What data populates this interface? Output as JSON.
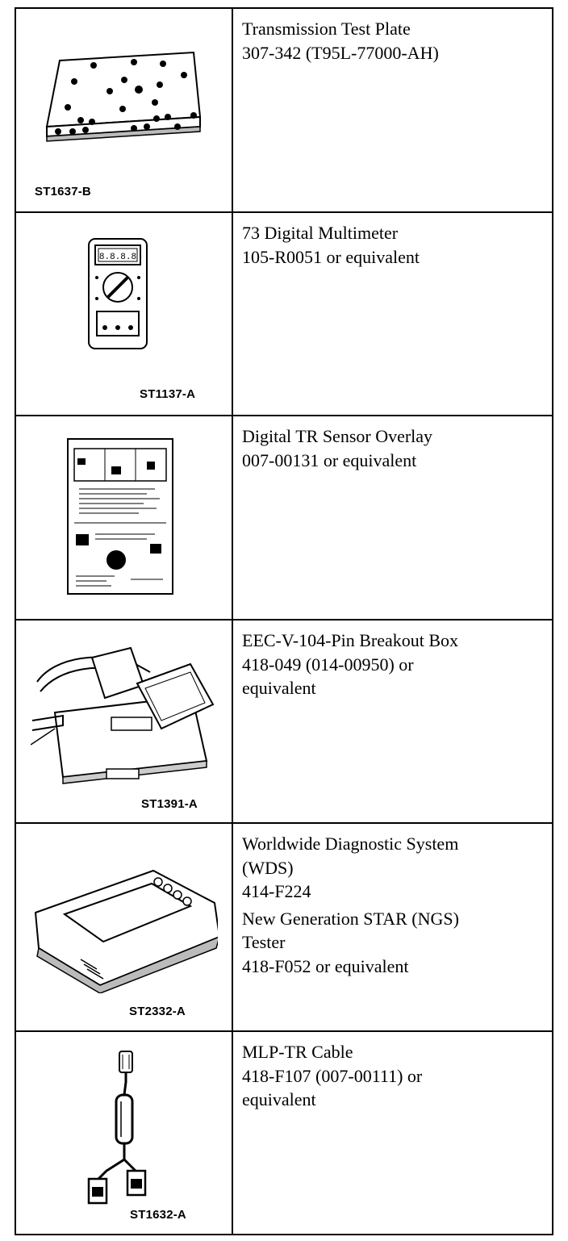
{
  "tools": [
    {
      "figure_id": "ST1637-B",
      "icon": "test-plate-icon",
      "lines": [
        "Transmission Test Plate",
        "307-342 (T95L-77000-AH)"
      ]
    },
    {
      "figure_id": "ST1137-A",
      "icon": "multimeter-icon",
      "lines": [
        "73 Digital Multimeter",
        "105-R0051 or equivalent"
      ]
    },
    {
      "figure_id": "",
      "icon": "sensor-overlay-icon",
      "lines": [
        "Digital TR Sensor Overlay",
        "007-00131 or equivalent"
      ]
    },
    {
      "figure_id": "ST1391-A",
      "icon": "breakout-box-icon",
      "lines": [
        "EEC-V-104-Pin Breakout Box",
        "418-049 (014-00950) or",
        "equivalent"
      ]
    },
    {
      "figure_id": "ST2332-A",
      "icon": "diagnostic-tester-icon",
      "lines": [
        "Worldwide Diagnostic System",
        "(WDS)",
        "414-F224"
      ],
      "lines2": [
        "New Generation STAR (NGS)",
        "Tester",
        "418-F052 or equivalent"
      ]
    },
    {
      "figure_id": "ST1632-A",
      "icon": "cable-icon",
      "lines": [
        "MLP-TR Cable",
        "418-F107 (007-00111) or",
        "equivalent"
      ]
    }
  ]
}
